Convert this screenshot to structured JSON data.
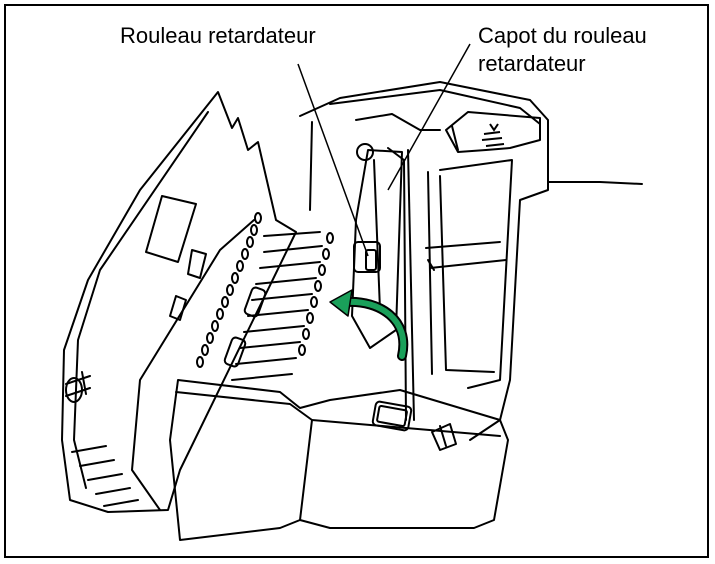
{
  "labels": {
    "retard_roller": "Rouleau retardateur",
    "roller_cover_line1": "Capot du rouleau",
    "roller_cover_line2": "retardateur"
  },
  "colors": {
    "arrow": "#1aa05a",
    "line": "#000000",
    "background": "#ffffff"
  },
  "icons": {
    "paper_stack": "paper-stack-icon",
    "rotate_arrow": "curved-arrow-icon"
  }
}
